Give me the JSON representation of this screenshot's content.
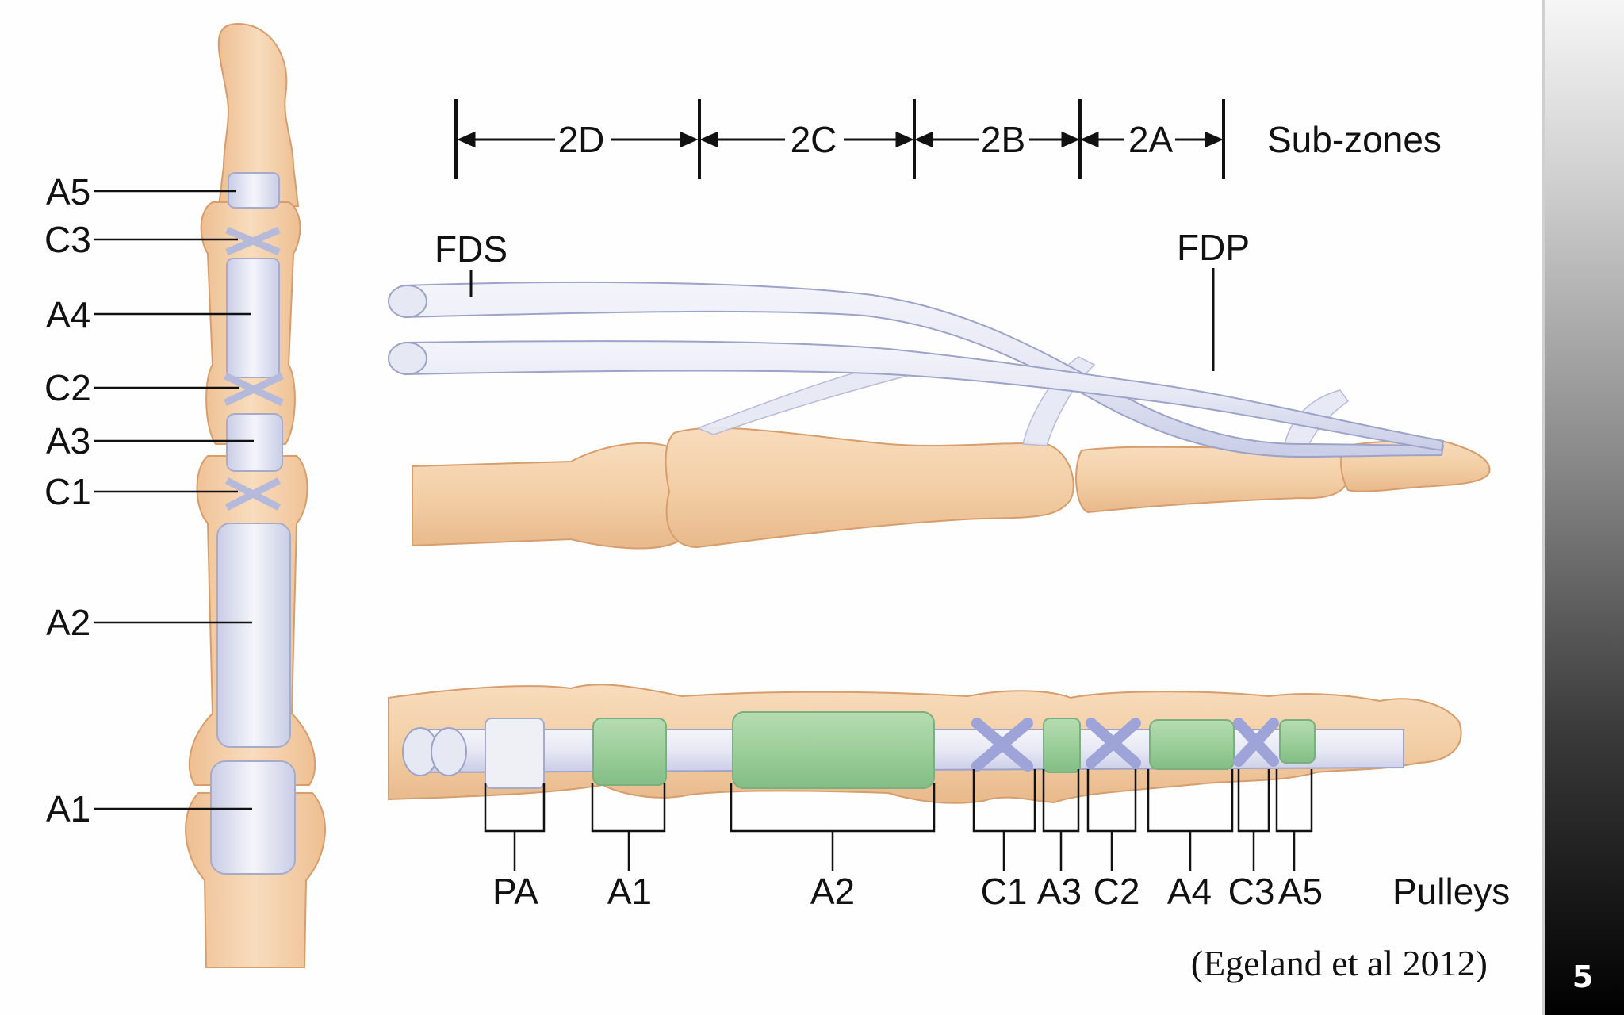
{
  "subzones": {
    "label": "Sub-zones",
    "zones": [
      "2D",
      "2C",
      "2B",
      "2A"
    ]
  },
  "tendons": {
    "fds": "FDS",
    "fdp": "FDP"
  },
  "left_pulleys": [
    "A5",
    "C3",
    "A4",
    "C2",
    "A3",
    "C1",
    "A2",
    "A1"
  ],
  "bottom_pulleys": {
    "label": "Pulleys",
    "items": [
      "PA",
      "A1",
      "A2",
      "C1",
      "A3",
      "C2",
      "A4",
      "C3",
      "A5"
    ]
  },
  "citation": "(Egeland et al 2012)",
  "page_number": "5",
  "colors": {
    "bone": "#f3cfa6",
    "bone_edge": "#d79d6c",
    "tendon": "#e6e8f4",
    "tendon_edge": "#9da3c8",
    "annular_pulley": "#9ccf9a",
    "cruciate_pulley": "#9ea3d8",
    "palmar_aponeurosis": "#eef0f6"
  }
}
